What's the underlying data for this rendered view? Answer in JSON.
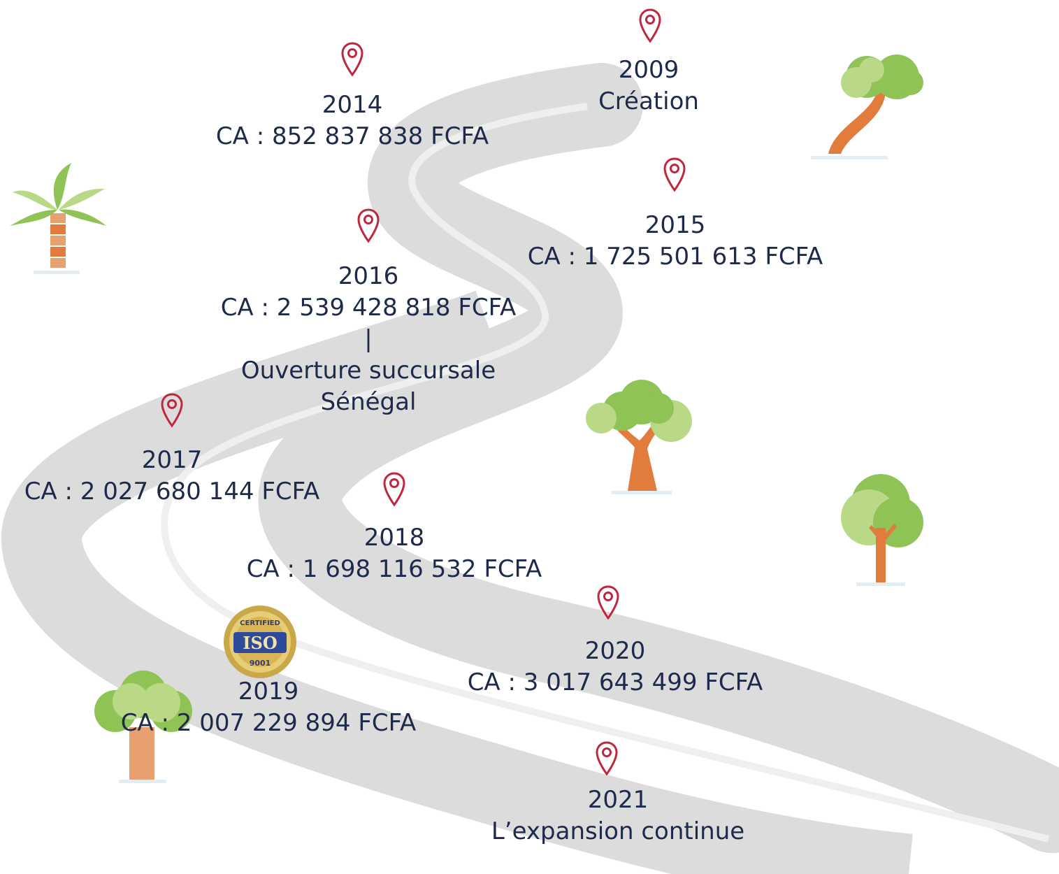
{
  "colors": {
    "road": "#dcdcdd",
    "road_stripe": "#eeeeef",
    "pin": "#c0273f",
    "text": "#1d2a4a",
    "tree_light": "#b9d987",
    "tree_dark": "#8fc356",
    "trunk": "#e17c3d"
  },
  "icons": [
    "location-pin-icon",
    "palm-tree-icon",
    "tree-icon",
    "iso-9001-badge-icon"
  ],
  "milestones": [
    {
      "id": "2009",
      "year": "2009",
      "caption": "Création"
    },
    {
      "id": "2014",
      "year": "2014",
      "caption": "CA : 852 837 838 FCFA"
    },
    {
      "id": "2015",
      "year": "2015",
      "caption": "CA : 1 725 501 613 FCFA"
    },
    {
      "id": "2016",
      "year": "2016",
      "caption": "CA : 2 539 428 818 FCFA",
      "separator": "|",
      "extra1": "Ouverture succursale",
      "extra2": "Sénégal"
    },
    {
      "id": "2017",
      "year": "2017",
      "caption": "CA : 2 027 680 144 FCFA"
    },
    {
      "id": "2018",
      "year": "2018",
      "caption": "CA : 1 698 116 532 FCFA"
    },
    {
      "id": "2019",
      "year": "2019",
      "caption": "CA : 2 007 229 894 FCFA"
    },
    {
      "id": "2020",
      "year": "2020",
      "caption": "CA : 3 017 643 499 FCFA"
    },
    {
      "id": "2021",
      "year": "2021",
      "caption": "L’expansion continue"
    }
  ],
  "badge": {
    "top_text": "CERTIFIED",
    "main_text": "ISO",
    "bottom_text": "9001"
  }
}
